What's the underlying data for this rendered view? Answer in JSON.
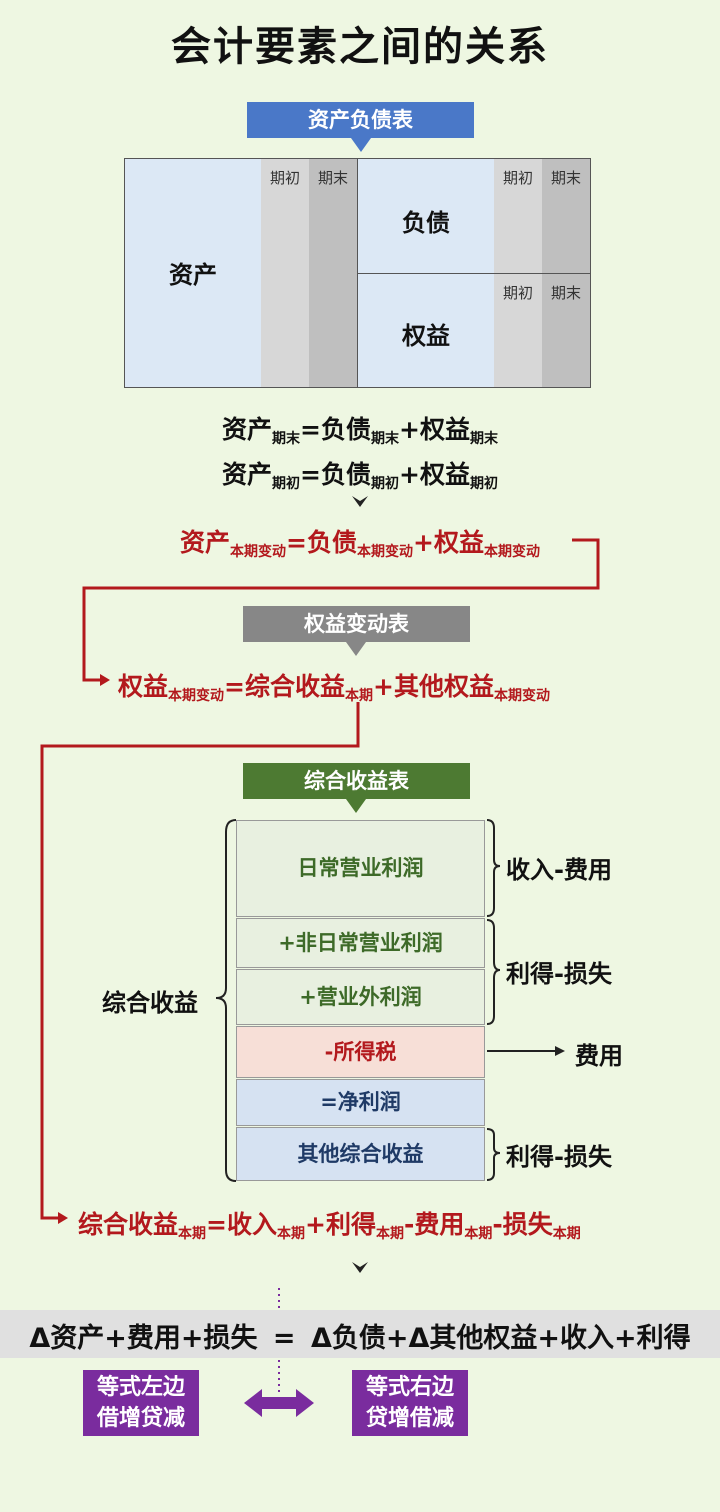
{
  "title": "会计要素之间的关系",
  "balance_sheet": {
    "header": "资产负债表",
    "asset_label": "资产",
    "liability_label": "负债",
    "equity_label": "权益",
    "period_begin": "期初",
    "period_end": "期末"
  },
  "equations": {
    "eq1": {
      "a": "资产",
      "s": "期末",
      "eq": "=",
      "b": "负债",
      "c": "+",
      "d": "权益"
    },
    "eq2": {
      "a": "资产",
      "s": "期初",
      "eq": "=",
      "b": "负债",
      "c": "+",
      "d": "权益"
    },
    "eq3": {
      "a": "资产",
      "s": "本期变动",
      "eq": "=",
      "b": "负债",
      "c": "+",
      "d": "权益"
    },
    "eq4": {
      "a": "权益",
      "s1": "本期变动",
      "eq": "=",
      "b": "综合收益",
      "s2": "本期",
      "c": "+",
      "d": "其他权益",
      "s3": "本期变动"
    },
    "eq5": {
      "a": "综合收益",
      "s": "本期",
      "eq": "=",
      "b": "收入",
      "p1": "+",
      "c": "利得",
      "m1": "-",
      "d": "费用",
      "m2": "-",
      "e": "损失"
    }
  },
  "equity_change": {
    "header": "权益变动表"
  },
  "income_statement": {
    "header": "综合收益表",
    "group_label": "综合收益",
    "rows": [
      {
        "label": "日常营业利润",
        "right": "收入-费用"
      },
      {
        "label": "+非日常营业利润"
      },
      {
        "label": "+营业外利润"
      },
      {
        "label": "-所得税",
        "right": "费用"
      },
      {
        "label": "=净利润"
      },
      {
        "label": "其他综合收益",
        "right": "利得-损失"
      }
    ],
    "bracket_24_label": "利得-损失"
  },
  "final": {
    "delta": "Δ",
    "left1": "资产",
    "plus": "+",
    "left2": "费用",
    "left3": "损失",
    "eq": "=",
    "right1": "负债",
    "right2": "其他权益",
    "right3": "收入",
    "right4": "利得",
    "left_box_line1": "等式左边",
    "left_box_line2": "借增贷减",
    "right_box_line1": "等式右边",
    "right_box_line2": "贷增借减"
  },
  "colors": {
    "background": "#eef7e2",
    "red": "#b3191d",
    "blue_header": "#4a78c8",
    "gray_header": "#878787",
    "green_header": "#4d7a32",
    "purple": "#7a2c9e"
  },
  "icons": [
    "down-arrow-icon",
    "down-chevron-icon",
    "right-arrow-icon",
    "double-arrow-icon"
  ]
}
